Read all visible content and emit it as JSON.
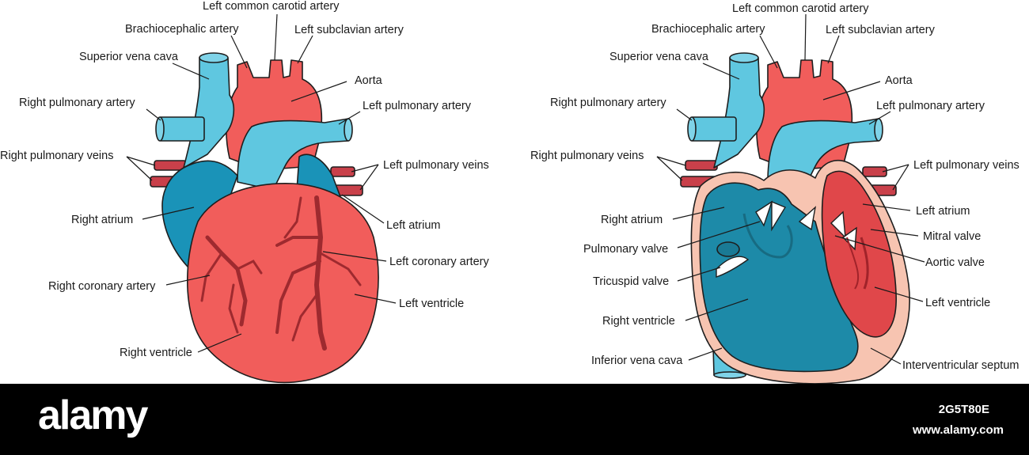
{
  "colors": {
    "blood_red": "#f15d5b",
    "deoxy_blue": "#5fc7e0",
    "deep_blue": "#1a93b8",
    "inner_blue": "#1d8aa8",
    "vessel_dark_red": "#9e2a2f",
    "septum_pink": "#f7c4b1",
    "footer_black": "#000000"
  },
  "left_heart": {
    "labels": {
      "left_common_carotid": "Left common carotid artery",
      "brachiocephalic": "Brachiocephalic artery",
      "left_subclavian": "Left subclavian artery",
      "superior_vena_cava": "Superior vena cava",
      "aorta": "Aorta",
      "right_pulmonary_artery": "Right pulmonary artery",
      "left_pulmonary_artery": "Left pulmonary artery",
      "right_pulmonary_veins": "Right pulmonary veins",
      "left_pulmonary_veins": "Left pulmonary veins",
      "right_atrium": "Right atrium",
      "left_atrium": "Left atrium",
      "left_coronary_artery": "Left coronary artery",
      "right_coronary_artery": "Right coronary artery",
      "left_ventricle": "Left ventricle",
      "right_ventricle": "Right ventricle"
    }
  },
  "right_heart": {
    "labels": {
      "left_common_carotid": "Left common carotid artery",
      "brachiocephalic": "Brachiocephalic artery",
      "left_subclavian": "Left subclavian artery",
      "superior_vena_cava": "Superior vena cava",
      "aorta": "Aorta",
      "right_pulmonary_artery": "Right pulmonary artery",
      "left_pulmonary_artery": "Left pulmonary artery",
      "right_pulmonary_veins": "Right pulmonary veins",
      "left_pulmonary_veins": "Left pulmonary veins",
      "right_atrium": "Right atrium",
      "left_atrium": "Left atrium",
      "pulmonary_valve": "Pulmonary valve",
      "mitral_valve": "Mitral valve",
      "aortic_valve": "Aortic valve",
      "tricuspid_valve": "Tricuspid valve",
      "left_ventricle": "Left ventricle",
      "right_ventricle": "Right ventricle",
      "inferior_vena_cava": "Inferior vena cava",
      "interventricular_septum": "Interventricular septum"
    }
  },
  "footer": {
    "brand": "alamy",
    "image_id": "2G5T80E",
    "url": "www.alamy.com"
  }
}
